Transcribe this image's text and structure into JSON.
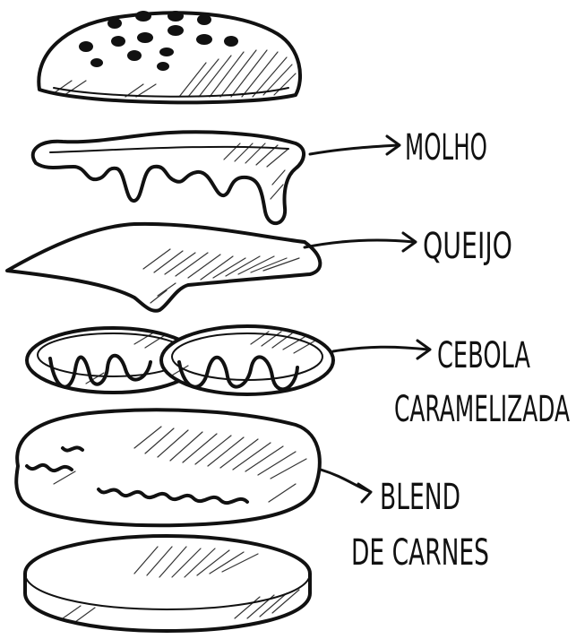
{
  "labels": {
    "sauce": {
      "lines": [
        "MOLHO"
      ]
    },
    "cheese": {
      "lines": [
        "QUEIJO"
      ]
    },
    "onion": {
      "lines": [
        "CEBOLA",
        "CARAMELIZADA"
      ]
    },
    "patty": {
      "lines": [
        "BLEND",
        "DE CARNES"
      ]
    }
  },
  "colors": {
    "ink": "#111111",
    "background": "#ffffff"
  }
}
